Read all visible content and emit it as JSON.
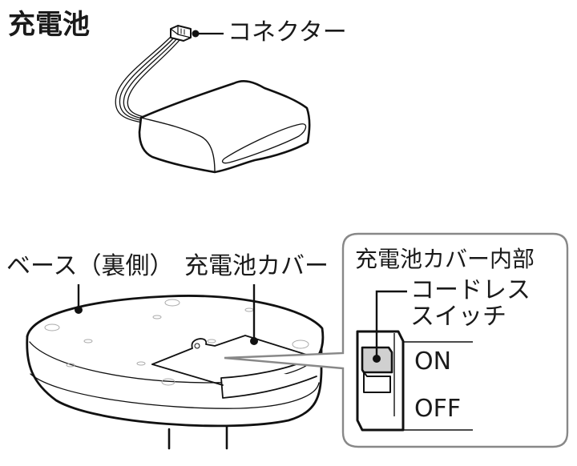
{
  "section_title": "充電池",
  "battery": {
    "connector_label": "コネクター"
  },
  "base": {
    "base_label": "ベース（裏側）",
    "cover_label": "充電池カバー"
  },
  "inset": {
    "title": "充電池カバー内部",
    "switch_label_line1": "コードレス",
    "switch_label_line2": "スイッチ",
    "on_label": "ON",
    "off_label": "OFF",
    "switch_state": "ON"
  },
  "colors": {
    "line": "#111111",
    "inset_border": "#888888",
    "switch_knob": "#d0d0d0"
  }
}
